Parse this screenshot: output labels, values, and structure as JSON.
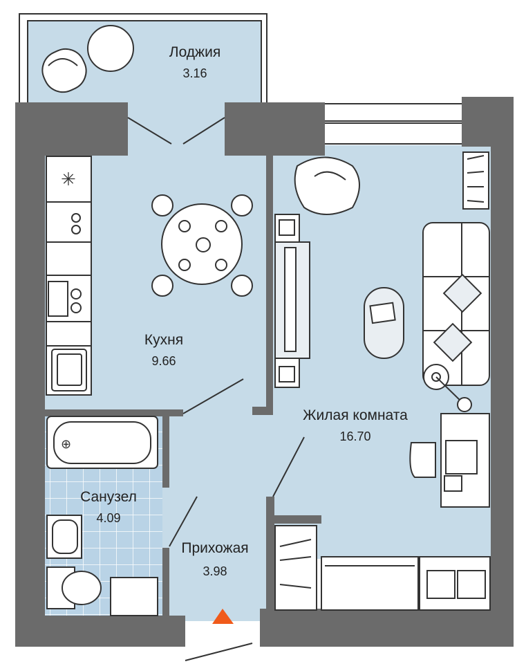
{
  "rooms": {
    "loggia": {
      "name": "Лоджия",
      "area": "3.16"
    },
    "kitchen": {
      "name": "Кухня",
      "area": "9.66"
    },
    "living": {
      "name": "Жилая комната",
      "area": "16.70"
    },
    "bathroom": {
      "name": "Санузел",
      "area": "4.09"
    },
    "hallway": {
      "name": "Прихожая",
      "area": "3.98"
    }
  },
  "colors": {
    "floor": "#c6dbe8",
    "tile": "#b9d3e6",
    "wall": "#6b6b6b",
    "entrance_marker": "#f05a1a"
  },
  "entrance_icon": "entrance-triangle-icon"
}
